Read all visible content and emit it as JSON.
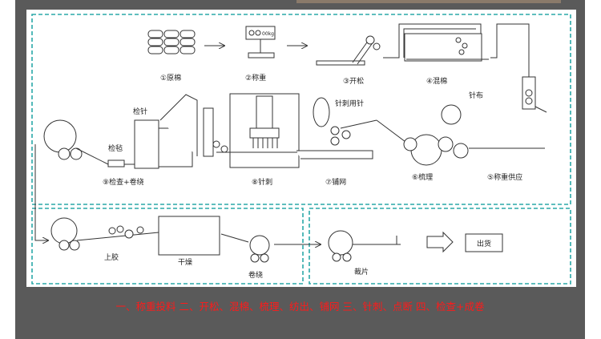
{
  "steps": {
    "s1": "①原棉",
    "s2": "②称重",
    "s3": "③开松",
    "s4": "④混棉",
    "s5": "⑤称重供应",
    "s6": "⑥梳理",
    "s7": "⑦铺网",
    "s8": "⑧针刺",
    "s9": "⑨检查+卷绕"
  },
  "labels": {
    "scale_display": "00kg",
    "needle_inspect": "检针",
    "felt_inspect": "检毡",
    "needle_for_punch": "针刺用针",
    "card_clothing": "针布",
    "gluing": "上胶",
    "drying": "干燥",
    "winding": "卷绕",
    "cutting": "裁片",
    "shipment": "出货"
  },
  "caption": "一、称重投料  二、开松、混棉、梳理、纺出、铺网  三、针刺、点断  四、检查+成卷",
  "colors": {
    "frame": "#5a5a5a",
    "dashed_border": "#2aa8a8",
    "caption": "#ff1a1a",
    "line": "#333333"
  }
}
